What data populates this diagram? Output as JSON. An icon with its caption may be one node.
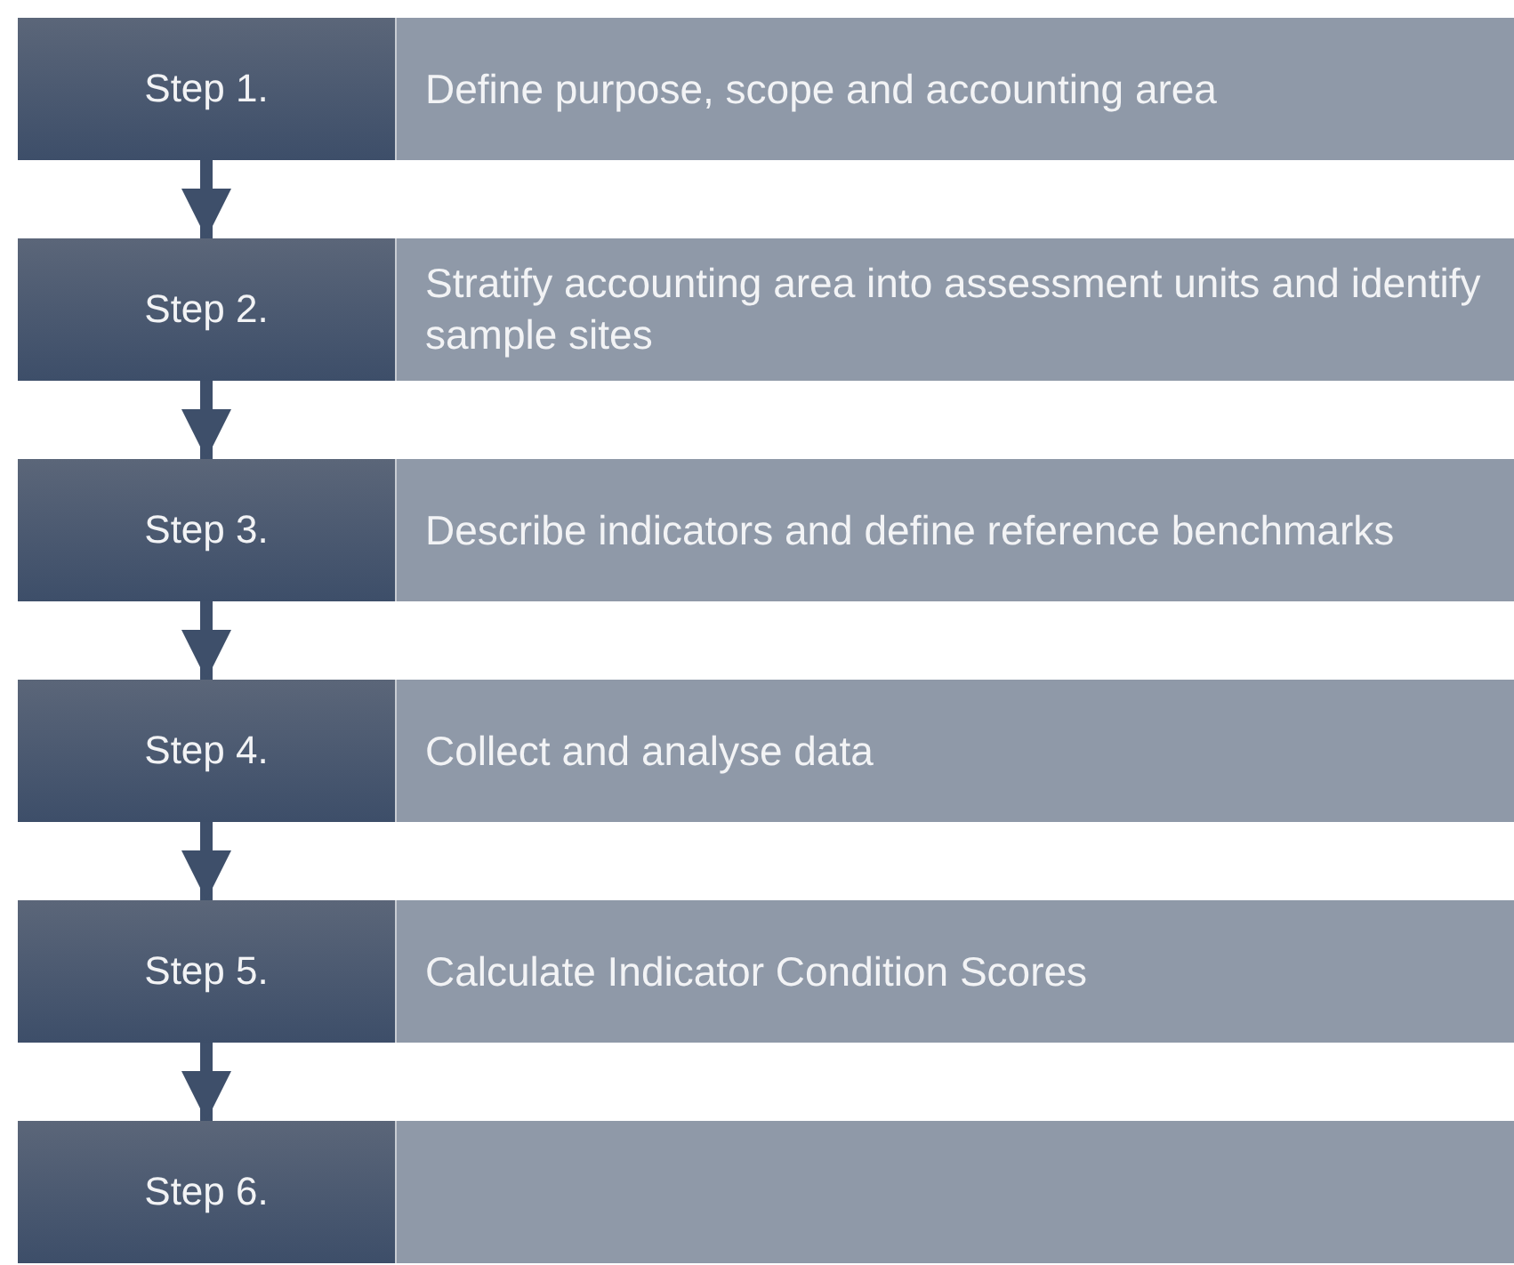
{
  "diagram": {
    "nodes": [
      {
        "text": [
          "Step 1."
        ]
      },
      {
        "text": [
          "Define purpose, scope and accounting area"
        ]
      },
      {
        "text": [
          "Step 2."
        ]
      },
      {
        "text": [
          "Stratify accounting area into assessment units and identify sample sites"
        ]
      },
      {
        "text": [
          "Step 3."
        ]
      },
      {
        "text": [
          "Describe indicators and define reference benchmarks"
        ]
      },
      {
        "text": [
          "Step 4."
        ]
      },
      {
        "text": [
          "Collect and analyse data"
        ]
      },
      {
        "text": [
          "Step 5."
        ]
      },
      {
        "text": [
          "Calculate Indicator Condition Scores"
        ]
      },
      {
        "text": [
          "Step 6."
        ]
      },
      {
        "text": [],
        "shape": "box"
      }
    ],
    "edges": [
      {
        "from": 0,
        "to": 2,
        "arrow": "to"
      },
      {
        "from": 2,
        "to": 4,
        "arrow": "to"
      },
      {
        "from": 4,
        "to": 6,
        "arrow": "to"
      },
      {
        "from": 6,
        "to": 8,
        "arrow": "to"
      },
      {
        "from": 8,
        "to": 10,
        "arrow": "to"
      }
    ]
  }
}
